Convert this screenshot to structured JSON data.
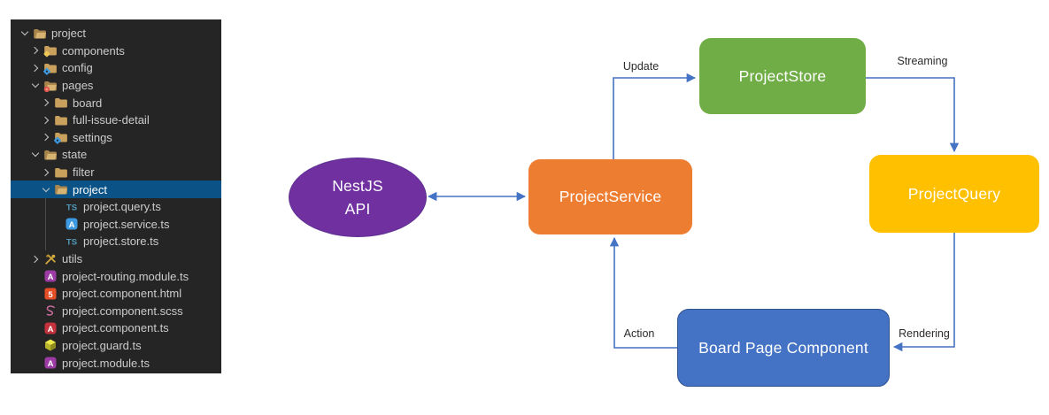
{
  "file_explorer": {
    "rows": [
      {
        "label": "project",
        "type": "folder",
        "level": 0,
        "expanded": true,
        "selected": false,
        "icon": "folder-open-icon"
      },
      {
        "label": "components",
        "type": "folder",
        "level": 1,
        "expanded": false,
        "selected": false,
        "icon": "folder-components-icon"
      },
      {
        "label": "config",
        "type": "folder",
        "level": 1,
        "expanded": false,
        "selected": false,
        "icon": "folder-config-icon"
      },
      {
        "label": "pages",
        "type": "folder",
        "level": 1,
        "expanded": true,
        "selected": false,
        "icon": "folder-pages-icon"
      },
      {
        "label": "board",
        "type": "folder",
        "level": 2,
        "expanded": false,
        "selected": false,
        "icon": "folder-icon"
      },
      {
        "label": "full-issue-detail",
        "type": "folder",
        "level": 2,
        "expanded": false,
        "selected": false,
        "icon": "folder-icon"
      },
      {
        "label": "settings",
        "type": "folder",
        "level": 2,
        "expanded": false,
        "selected": false,
        "icon": "folder-settings-icon"
      },
      {
        "label": "state",
        "type": "folder",
        "level": 1,
        "expanded": true,
        "selected": false,
        "icon": "folder-open-icon"
      },
      {
        "label": "filter",
        "type": "folder",
        "level": 2,
        "expanded": false,
        "selected": false,
        "icon": "folder-icon"
      },
      {
        "label": "project",
        "type": "folder",
        "level": 2,
        "expanded": true,
        "selected": true,
        "icon": "folder-open-icon"
      },
      {
        "label": "project.query.ts",
        "type": "file",
        "level": 3,
        "icon": "typescript-icon"
      },
      {
        "label": "project.service.ts",
        "type": "file",
        "level": 3,
        "icon": "angular-service-icon"
      },
      {
        "label": "project.store.ts",
        "type": "file",
        "level": 3,
        "icon": "typescript-icon"
      },
      {
        "label": "utils",
        "type": "folder",
        "level": 1,
        "expanded": false,
        "selected": false,
        "icon": "tools-icon"
      },
      {
        "label": "project-routing.module.ts",
        "type": "file",
        "level": 1,
        "icon": "angular-module-icon"
      },
      {
        "label": "project.component.html",
        "type": "file",
        "level": 1,
        "icon": "html5-icon"
      },
      {
        "label": "project.component.scss",
        "type": "file",
        "level": 1,
        "icon": "sass-icon"
      },
      {
        "label": "project.component.ts",
        "type": "file",
        "level": 1,
        "icon": "angular-component-icon"
      },
      {
        "label": "project.guard.ts",
        "type": "file",
        "level": 1,
        "icon": "angular-guard-icon"
      },
      {
        "label": "project.module.ts",
        "type": "file",
        "level": 1,
        "icon": "angular-module-icon"
      }
    ],
    "colors": {
      "background": "#252526",
      "selection": "#0b5386",
      "text": "#cccccc"
    }
  },
  "diagram": {
    "nodes": [
      {
        "id": "nestjs-api",
        "shape": "ellipse",
        "label": "NestJS API",
        "label_line1": "NestJS",
        "label_line2": "API",
        "color": "#7030A0"
      },
      {
        "id": "project-service",
        "shape": "rounded-rect",
        "label": "ProjectService",
        "color": "#ED7D31"
      },
      {
        "id": "project-store",
        "shape": "rounded-rect",
        "label": "ProjectStore",
        "color": "#70AD47"
      },
      {
        "id": "project-query",
        "shape": "rounded-rect",
        "label": "ProjectQuery",
        "color": "#FFC000"
      },
      {
        "id": "board-page-component",
        "shape": "rounded-rect",
        "label": "Board Page Component",
        "color": "#4472C4"
      }
    ],
    "edges": [
      {
        "from": "nestjs-api",
        "to": "project-service",
        "label": "",
        "bidirectional": true
      },
      {
        "from": "project-service",
        "to": "project-store",
        "label": "Update"
      },
      {
        "from": "project-store",
        "to": "project-query",
        "label": "Streaming"
      },
      {
        "from": "project-query",
        "to": "board-page-component",
        "label": "Rendering"
      },
      {
        "from": "board-page-component",
        "to": "project-service",
        "label": "Action"
      }
    ],
    "arrow_color": "#4472C4",
    "label_text_color": "#2b2b2b"
  }
}
